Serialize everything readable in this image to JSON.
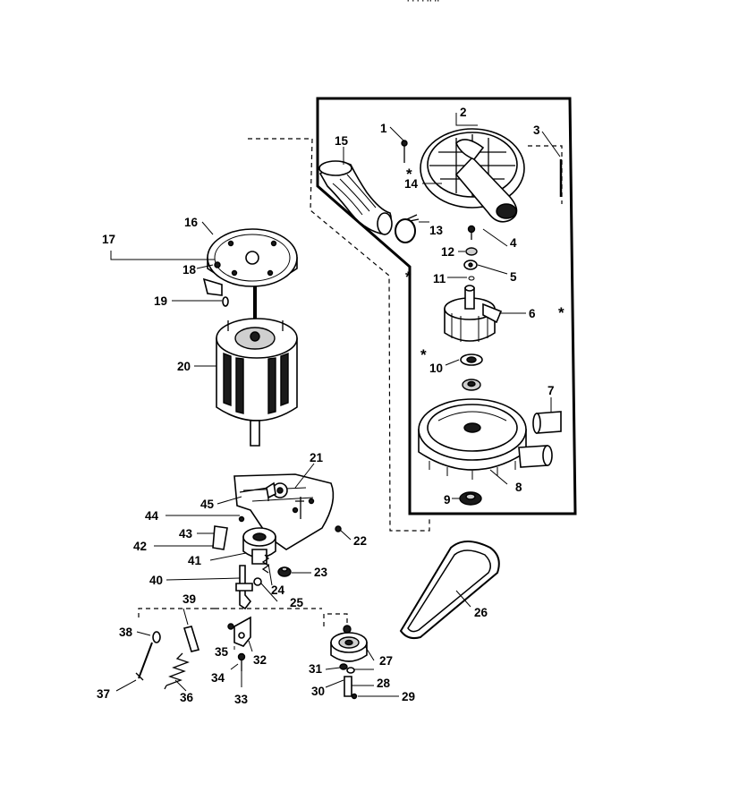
{
  "header_fragment": "·   ·      ·    ·   ··   ··",
  "asterisk": "*",
  "callouts": [
    "1",
    "2",
    "3",
    "4",
    "5",
    "6",
    "7",
    "8",
    "9",
    "10",
    "11",
    "12",
    "13",
    "14",
    "15",
    "16",
    "17",
    "18",
    "19",
    "20",
    "21",
    "22",
    "23",
    "24",
    "25",
    "26",
    "27",
    "28",
    "29",
    "30",
    "31",
    "32",
    "33",
    "34",
    "35",
    "36",
    "37",
    "38",
    "39",
    "40",
    "41",
    "42",
    "43",
    "44",
    "45"
  ]
}
